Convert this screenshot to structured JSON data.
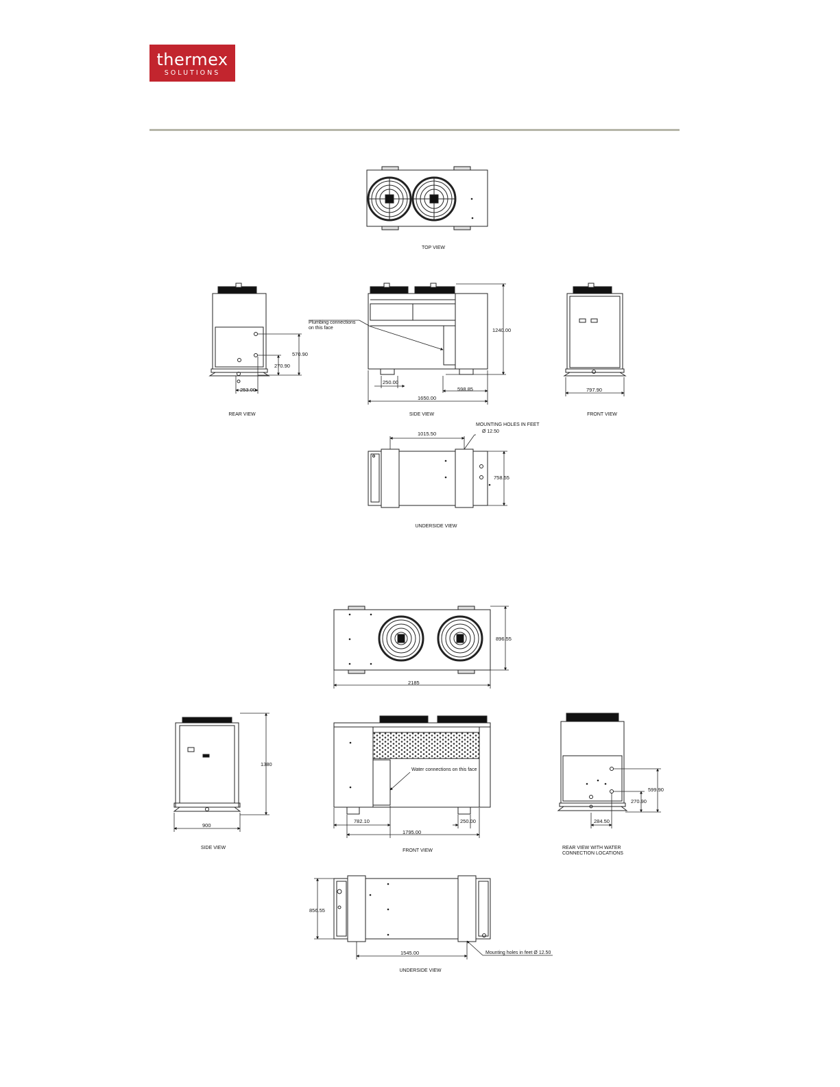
{
  "header": {
    "logo_word": "thermex",
    "logo_sub": "SOLUTIONS",
    "brand_color": "#c2252e",
    "rule_color": "#b5b5a8"
  },
  "drawing1": {
    "top_view": "TOP VIEW",
    "rear_view": "REAR VIEW",
    "side_view": "SIDE VIEW",
    "front_view": "FRONT VIEW",
    "underside_view": "UNDERSIDE VIEW",
    "plumbing_note_1": "Plumbing connections",
    "plumbing_note_2": "on this face",
    "mounting_note_1": "MOUNTING HOLES IN FEET",
    "mounting_note_2": "Ø 12.50",
    "dims": {
      "d570": "570.90",
      "d270": "270.90",
      "d253": "253.00",
      "d1240": "1240.00",
      "d250": "250.00",
      "d598": "598.85",
      "d1650": "1650.00",
      "d797": "797.90",
      "d1015": "1015.50",
      "d758": "758.55"
    }
  },
  "drawing2": {
    "side_view": "SIDE VIEW",
    "front_view": "FRONT VIEW",
    "rear_view_1": "REAR VIEW WITH WATER",
    "rear_view_2": "CONNECTION LOCATIONS",
    "underside_view": "UNDERSIDE VIEW",
    "water_note": "Water connections on this face",
    "mounting_note": "Mounting holes in feet Ø 12.50",
    "dims": {
      "d896": "896.55",
      "d2185": "2185",
      "d1380": "1380",
      "d900": "900",
      "d782": "782.10",
      "d250": "250.00",
      "d1795": "1795.00",
      "d599": "599.90",
      "d270": "270.90",
      "d284": "284.50",
      "d856": "856.55",
      "d1545": "1545.00"
    }
  }
}
